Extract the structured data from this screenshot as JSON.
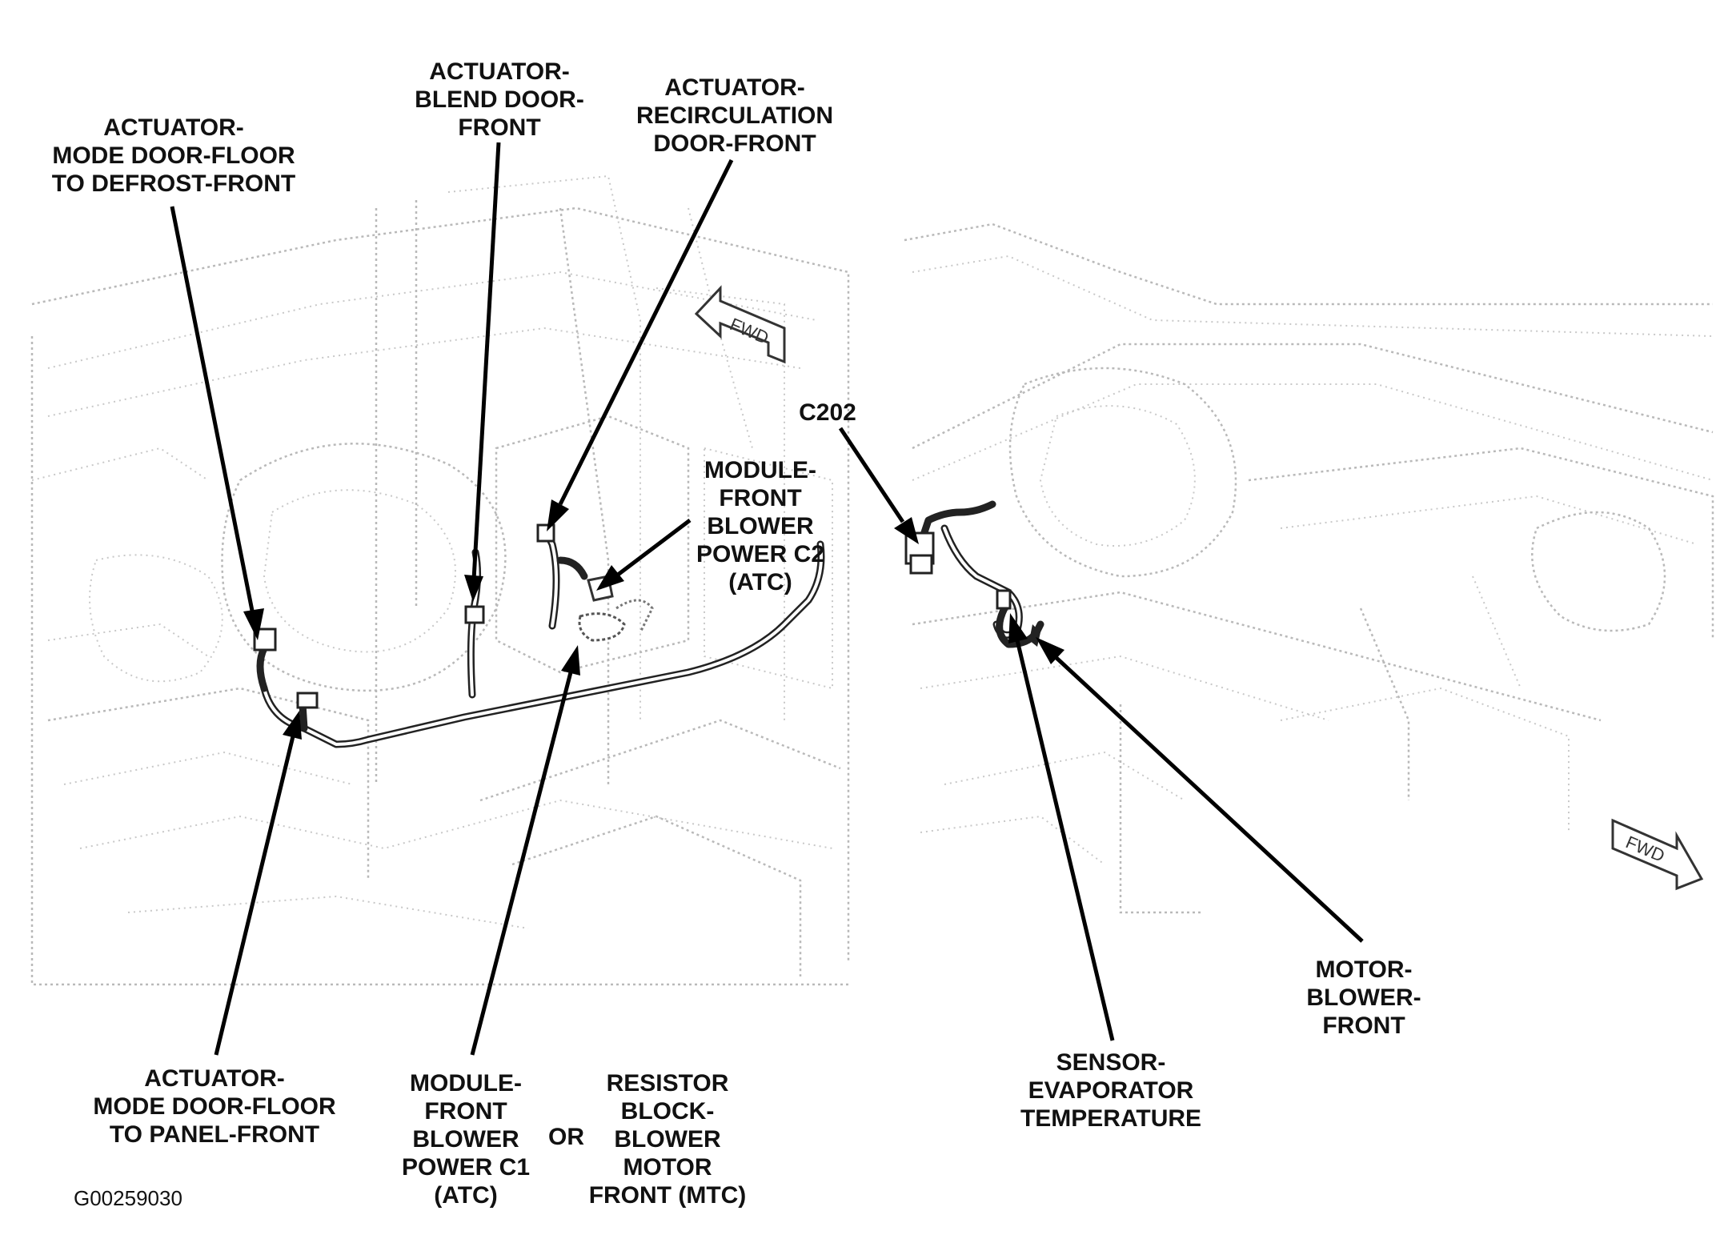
{
  "labels": {
    "mode_floor_defrost": [
      "ACTUATOR-",
      "MODE DOOR-FLOOR",
      "TO DEFROST-FRONT"
    ],
    "blend_door": [
      "ACTUATOR-",
      "BLEND DOOR-",
      "FRONT"
    ],
    "recirculation": [
      "ACTUATOR-",
      "RECIRCULATION",
      "DOOR-FRONT"
    ],
    "module_c2": [
      "MODULE-",
      "FRONT",
      "BLOWER",
      "POWER C2",
      "(ATC)"
    ],
    "c202": [
      "C202"
    ],
    "mode_floor_panel": [
      "ACTUATOR-",
      "MODE DOOR-FLOOR",
      "TO PANEL-FRONT"
    ],
    "module_c1": [
      "MODULE-",
      "FRONT",
      "BLOWER",
      "POWER C1",
      "(ATC)"
    ],
    "resistor": [
      "RESISTOR",
      "BLOCK-",
      "BLOWER",
      "MOTOR",
      "FRONT (MTC)"
    ],
    "sensor_evap": [
      "SENSOR-",
      "EVAPORATOR",
      "TEMPERATURE"
    ],
    "motor_blower": [
      "MOTOR-",
      "BLOWER-",
      "FRONT"
    ]
  },
  "or_text": "OR",
  "figure_id": "G00259030",
  "fwd_text": "FWD"
}
